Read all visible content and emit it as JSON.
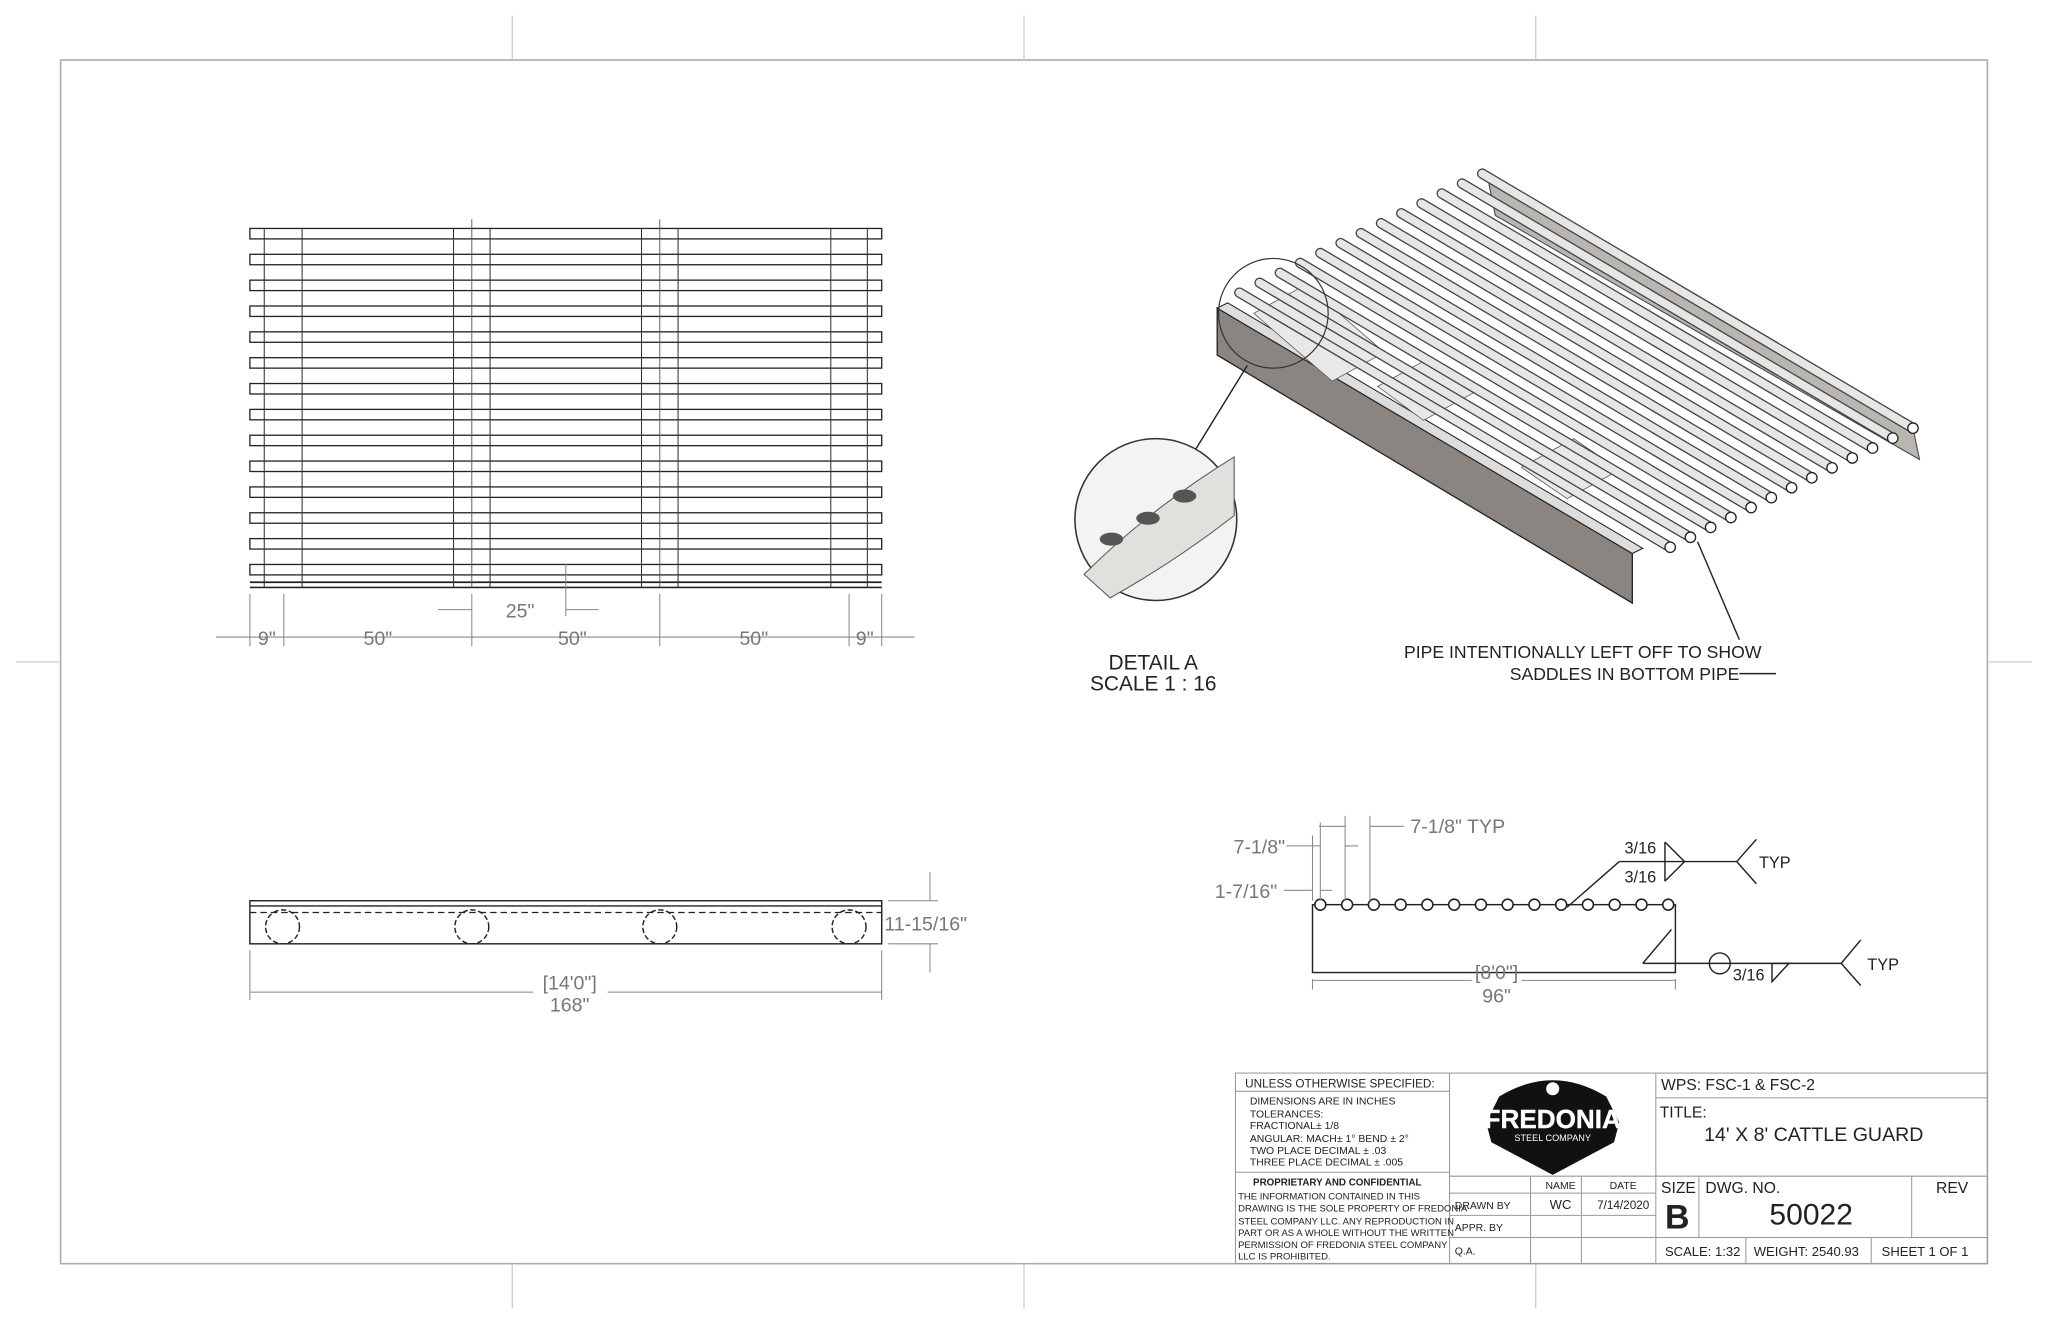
{
  "top_view": {
    "dims": [
      "9\"",
      "50\"",
      "50\"",
      "50\"",
      "9\""
    ],
    "half_dim": "25\""
  },
  "side_view": {
    "height_dim": "11-15/16\"",
    "length_ft": "[14'0\"]",
    "length_in": "168\""
  },
  "detail": {
    "label": "DETAIL A",
    "scale": "SCALE 1 : 16",
    "note_line1": "PIPE INTENTIONALLY LEFT OFF TO SHOW",
    "note_line2": "SADDLES IN BOTTOM PIPE"
  },
  "end_view": {
    "spacing_typ": "7-1/8\" TYP",
    "spacing": "7-1/8\"",
    "offset": "1-7/16\"",
    "weld_top": "3/16",
    "weld_bottom": "3/16",
    "weld_side": "3/16",
    "typ1": "TYP",
    "typ2": "TYP",
    "width_ft": "[8'0\"]",
    "width_in": "96\""
  },
  "title_block": {
    "unless": "UNLESS OTHERWISE SPECIFIED:",
    "tolerances": [
      "DIMENSIONS ARE IN INCHES",
      "TOLERANCES:",
      "FRACTIONAL± 1/8",
      "ANGULAR: MACH± 1°  BEND ± 2°",
      "TWO PLACE DECIMAL    ± .03",
      "THREE PLACE DECIMAL  ± .005"
    ],
    "proprietary_heading": "PROPRIETARY AND CONFIDENTIAL",
    "proprietary_text": [
      "THE INFORMATION CONTAINED IN THIS",
      "DRAWING IS THE SOLE PROPERTY OF FREDONIA",
      "STEEL COMPANY LLC.  ANY  REPRODUCTION IN",
      "PART OR AS A WHOLE WITHOUT THE WRITTEN",
      "PERMISSION OF FREDONIA STEEL COMPANY",
      "LLC IS PROHIBITED."
    ],
    "logo_main": "FREDONIA",
    "logo_sub": "STEEL COMPANY",
    "col_name": "NAME",
    "col_date": "DATE",
    "drawn_by_label": "DRAWN BY",
    "drawn_by_name": "WC",
    "drawn_by_date": "7/14/2020",
    "appr_by_label": "APPR. BY",
    "qa_label": "Q.A.",
    "wps": "WPS:  FSC-1 & FSC-2",
    "title_label": "TITLE:",
    "title": "14' X 8' CATTLE GUARD",
    "size_label": "SIZE",
    "size": "B",
    "dwg_label": "DWG.  NO.",
    "dwg_no": "50022",
    "rev_label": "REV",
    "scale": "SCALE: 1:32",
    "weight": "WEIGHT: 2540.93",
    "sheet": "SHEET 1 OF 1"
  }
}
